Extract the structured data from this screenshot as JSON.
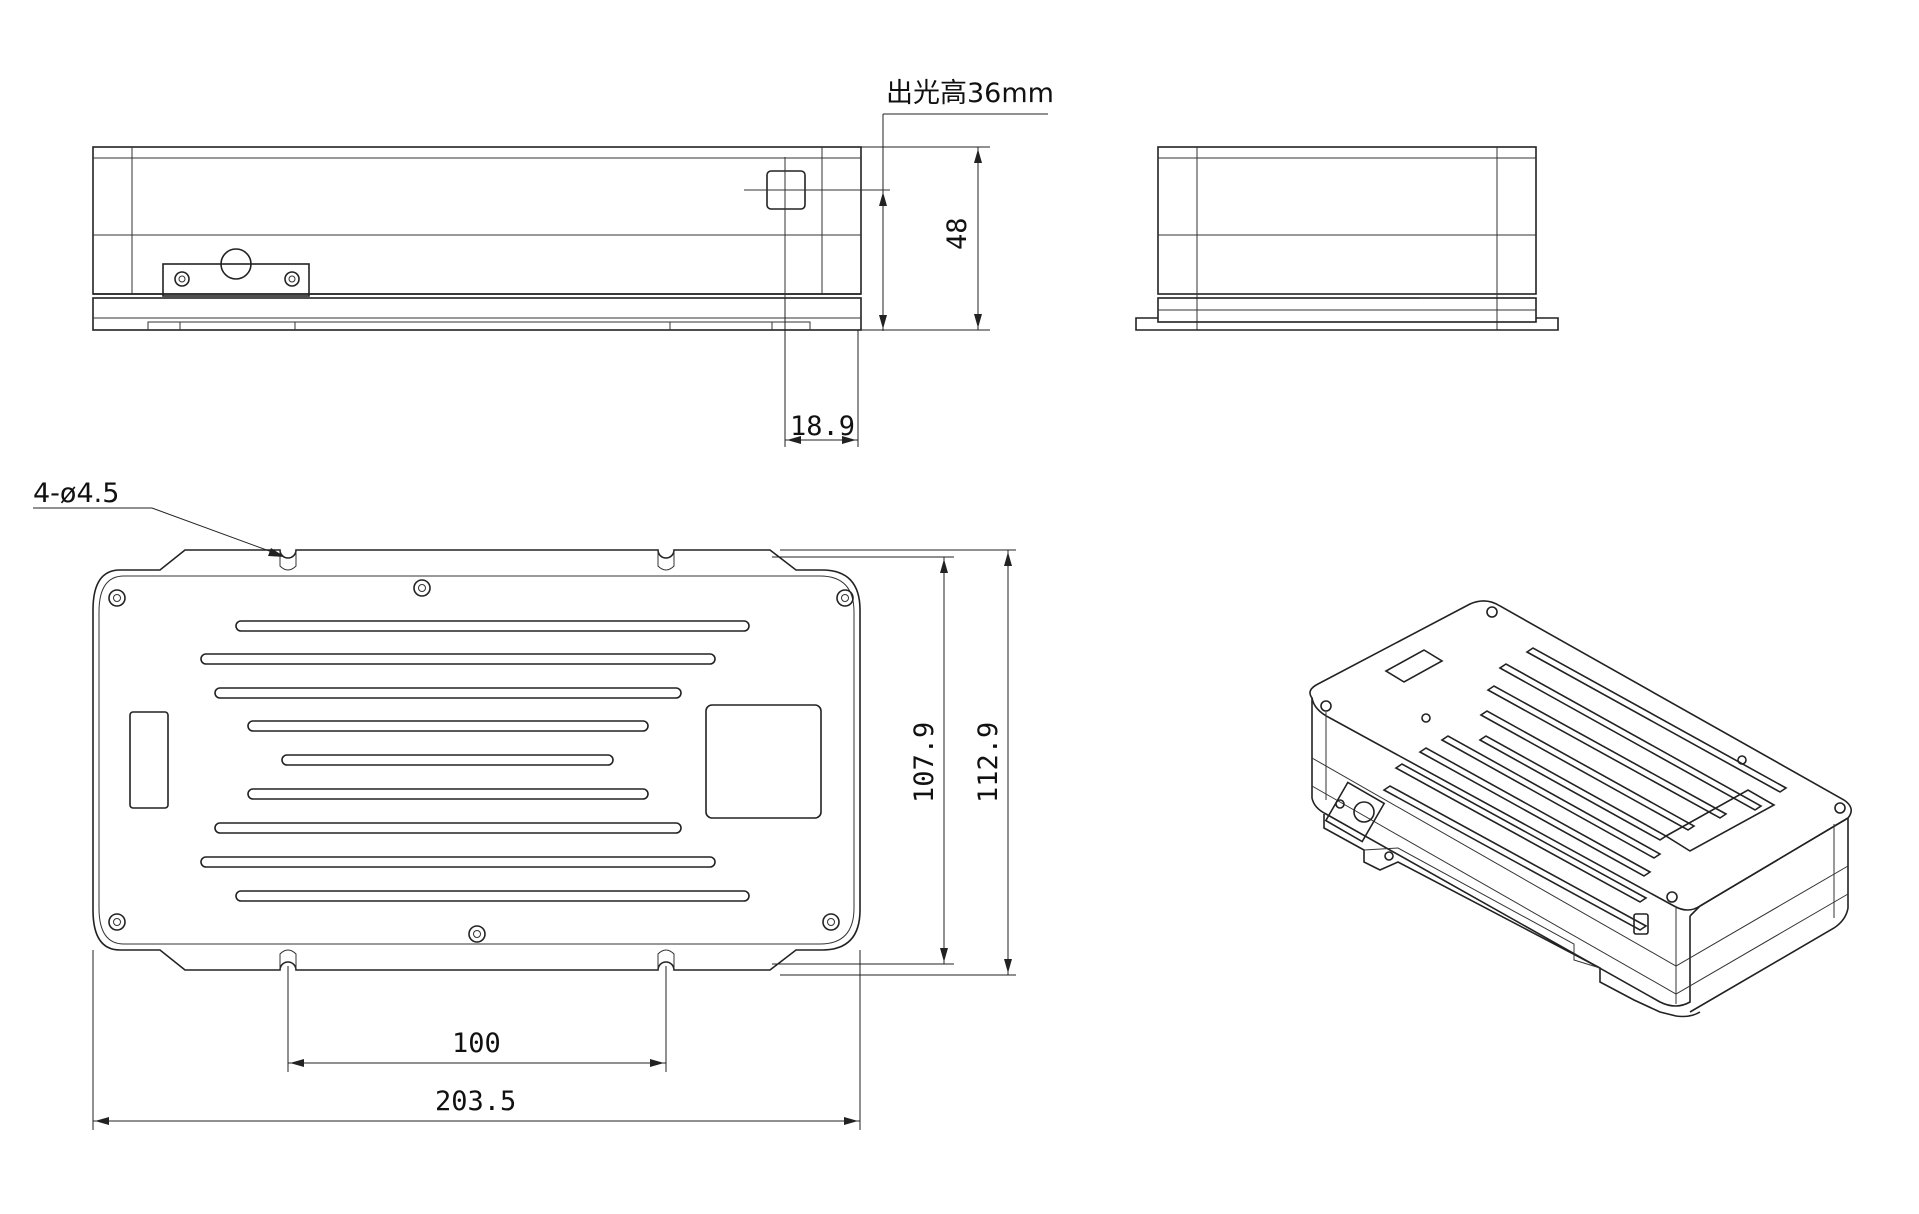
{
  "annotations": {
    "light_height": "出光高36mm",
    "hole_callout": "4-ø4.5"
  },
  "dimensions": {
    "side_height": "48",
    "side_offset": "18.9",
    "plan_inner_height": "107.9",
    "plan_outer_height": "112.9",
    "hole_spacing": "100",
    "overall_length": "203.5"
  },
  "colors": {
    "line": "#222222",
    "background": "#ffffff"
  }
}
